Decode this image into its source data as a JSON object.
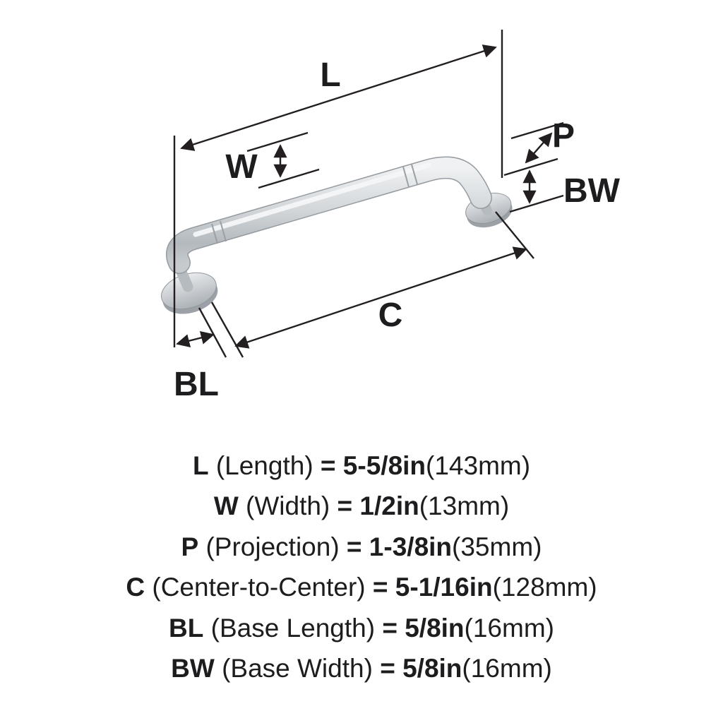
{
  "diagram": {
    "labels": {
      "length": "L",
      "width": "W",
      "projection": "P",
      "base_width": "BW",
      "center_to_center": "C",
      "base_length": "BL"
    },
    "colors": {
      "line": "#231f20",
      "metal_light": "#eff1f2",
      "metal_mid": "#d2d6d9",
      "metal_dark": "#a9afb5"
    }
  },
  "legend": {
    "rows": [
      {
        "key": "L",
        "label": " (Length) ",
        "value": "= 5-5/8in",
        "metric": "(143mm)"
      },
      {
        "key": "W",
        "label": " (Width) ",
        "value": "= 1/2in",
        "metric": "(13mm)"
      },
      {
        "key": "P",
        "label": " (Projection) ",
        "value": "= 1-3/8in",
        "metric": "(35mm)"
      },
      {
        "key": "C",
        "label": " (Center-to-Center) ",
        "value": "= 5-1/16in",
        "metric": "(128mm)"
      },
      {
        "key": "BL",
        "label": " (Base Length) ",
        "value": "= 5/8in",
        "metric": "(16mm)"
      },
      {
        "key": "BW",
        "label": " (Base Width) ",
        "value": "= 5/8in",
        "metric": "(16mm)"
      }
    ]
  }
}
